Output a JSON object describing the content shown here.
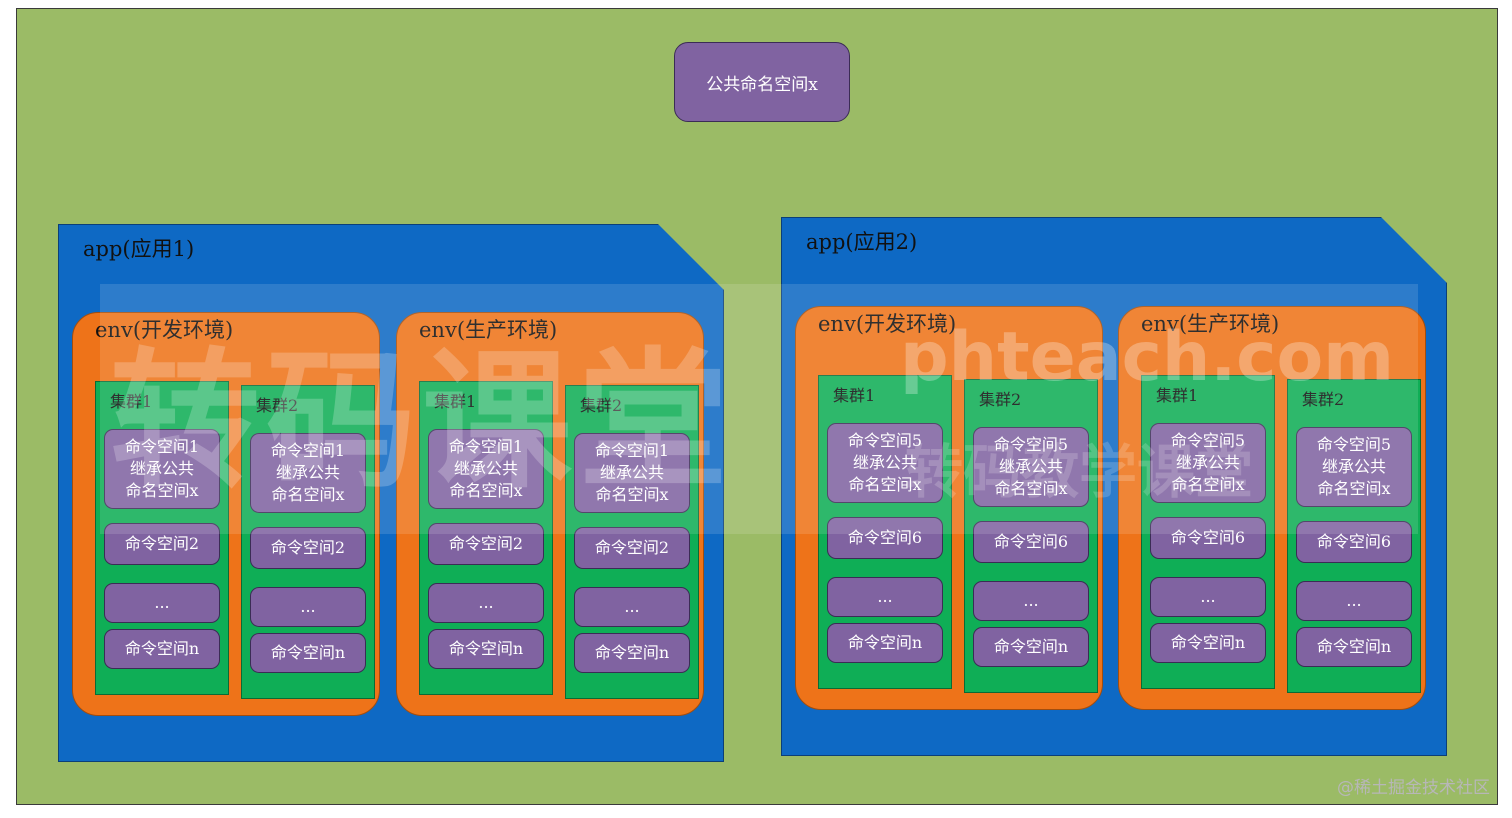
{
  "public_namespace": "公共命名空间x",
  "apps": [
    {
      "title": "app(应用1)",
      "envs": [
        {
          "title": "env(开发环境)",
          "clusters": [
            {
              "title": "集群1",
              "ns": [
                [
                  "命令空间1",
                  "继承公共",
                  "命名空间x"
                ],
                "命令空间2",
                "...",
                "命令空间n"
              ]
            },
            {
              "title": "集群2",
              "ns": [
                [
                  "命令空间1",
                  "继承公共",
                  "命名空间x"
                ],
                "命令空间2",
                "...",
                "命令空间n"
              ]
            }
          ]
        },
        {
          "title": "env(生产环境)",
          "clusters": [
            {
              "title": "集群1",
              "ns": [
                [
                  "命令空间1",
                  "继承公共",
                  "命名空间x"
                ],
                "命令空间2",
                "...",
                "命令空间n"
              ]
            },
            {
              "title": "集群2",
              "ns": [
                [
                  "命令空间1",
                  "继承公共",
                  "命名空间x"
                ],
                "命令空间2",
                "...",
                "命令空间n"
              ]
            }
          ]
        }
      ]
    },
    {
      "title": "app(应用2)",
      "envs": [
        {
          "title": "env(开发环境)",
          "clusters": [
            {
              "title": "集群1",
              "ns": [
                [
                  "命令空间5",
                  "继承公共",
                  "命名空间x"
                ],
                "命令空间6",
                "...",
                "命令空间n"
              ]
            },
            {
              "title": "集群2",
              "ns": [
                [
                  "命令空间5",
                  "继承公共",
                  "命名空间x"
                ],
                "命令空间6",
                "...",
                "命令空间n"
              ]
            }
          ]
        },
        {
          "title": "env(生产环境)",
          "clusters": [
            {
              "title": "集群1",
              "ns": [
                [
                  "命令空间5",
                  "继承公共",
                  "命名空间x"
                ],
                "命令空间6",
                "...",
                "命令空间n"
              ]
            },
            {
              "title": "集群2",
              "ns": [
                [
                  "命令空间5",
                  "继承公共",
                  "命名空间x"
                ],
                "命令空间6",
                "...",
                "命令空间n"
              ]
            }
          ]
        }
      ]
    }
  ],
  "watermark": {
    "big": "转码课堂",
    "url": "phteach.com",
    "sub": "转码教学课堂"
  },
  "credit": "@稀土掘金技术社区",
  "colors": {
    "background": "#9bbb66",
    "app": "#0e69c4",
    "env": "#ee7319",
    "cluster": "#0fae56",
    "namespace": "#8063a1"
  }
}
